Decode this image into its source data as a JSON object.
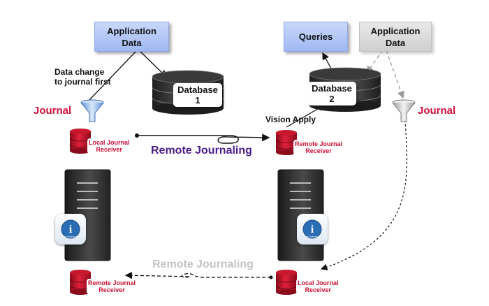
{
  "top_left_app": {
    "line1": "Application",
    "line2": "Data"
  },
  "queries": {
    "label": "Queries"
  },
  "top_right_app": {
    "line1": "Application",
    "line2": "Data"
  },
  "data_change_note": {
    "line1": "Data change",
    "line2": "to journal first"
  },
  "database1": {
    "line1": "Database",
    "line2": "1"
  },
  "database2": {
    "line1": "Database",
    "line2": "2"
  },
  "journal_left": "Journal",
  "journal_right": "Journal",
  "vision_apply": "Vision Apply",
  "receivers": {
    "top_left": {
      "line1": "Local Journal",
      "line2": "Receiver"
    },
    "top_right": {
      "line1": "Remote Journal",
      "line2": "Receiver"
    },
    "bottom_left": {
      "line1": "Remote Journal",
      "line2": "Receiver"
    },
    "bottom_right": {
      "line1": "Local Journal",
      "line2": "Receiver"
    }
  },
  "remote_journaling_active": "Remote Journaling",
  "remote_journaling_inactive": "Remote Journaling",
  "ibm_badge_text": "i",
  "ibm_badge_caption": "for Business",
  "colors": {
    "journal_red": "#d0103a",
    "remote_journaling_purple": "#4b1c8c",
    "remote_journaling_grey": "#c4c4c4",
    "receiver_red": "#b8102a"
  }
}
